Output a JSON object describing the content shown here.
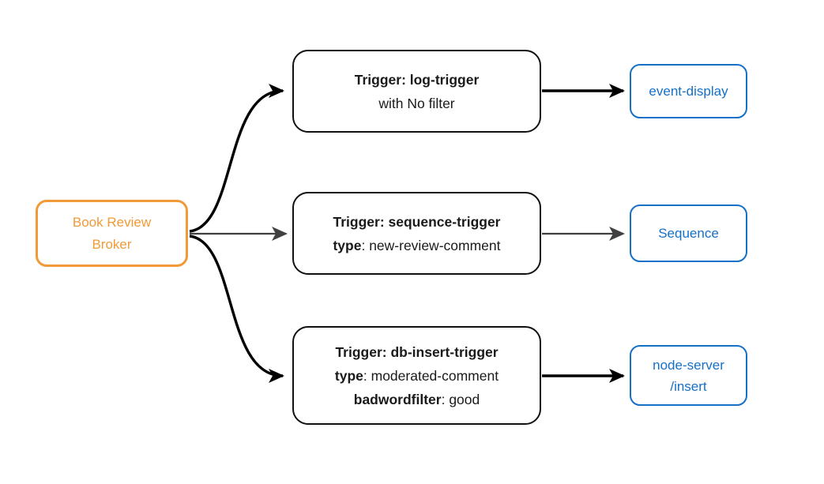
{
  "colors": {
    "background": "#ffffff",
    "broker_accent": "#F09A38",
    "sink_accent": "#1570C8",
    "trigger_border": "#111111",
    "edge_primary": "#000000",
    "edge_secondary": "#404040"
  },
  "nodes": {
    "broker": {
      "line1": "Book Review",
      "line2": "Broker"
    },
    "log_trigger": {
      "title": "Trigger: log-trigger",
      "filter": "with No filter"
    },
    "sequence_trigger": {
      "title": "Trigger: sequence-trigger",
      "type_key": "type",
      "type_rest": ": new-review-comment"
    },
    "db_insert_trigger": {
      "title": "Trigger: db-insert-trigger",
      "type_key": "type",
      "type_rest": ": moderated-comment",
      "filter_key": "badwordfilter",
      "filter_rest": ": good"
    },
    "event_display": {
      "label": "event-display"
    },
    "sequence": {
      "label": "Sequence"
    },
    "node_server_insert": {
      "line1": "node-server",
      "line2": "/insert"
    }
  },
  "edges": [
    {
      "from": "Book Review Broker",
      "to": "Trigger: log-trigger",
      "shape": "curve-up",
      "color": "#000000"
    },
    {
      "from": "Book Review Broker",
      "to": "Trigger: sequence-trigger",
      "shape": "straight",
      "color": "#404040"
    },
    {
      "from": "Book Review Broker",
      "to": "Trigger: db-insert-trigger",
      "shape": "curve-down",
      "color": "#000000"
    },
    {
      "from": "Trigger: log-trigger",
      "to": "event-display",
      "shape": "straight",
      "color": "#000000"
    },
    {
      "from": "Trigger: sequence-trigger",
      "to": "Sequence",
      "shape": "straight",
      "color": "#404040"
    },
    {
      "from": "Trigger: db-insert-trigger",
      "to": "node-server/insert",
      "shape": "straight",
      "color": "#000000"
    }
  ]
}
